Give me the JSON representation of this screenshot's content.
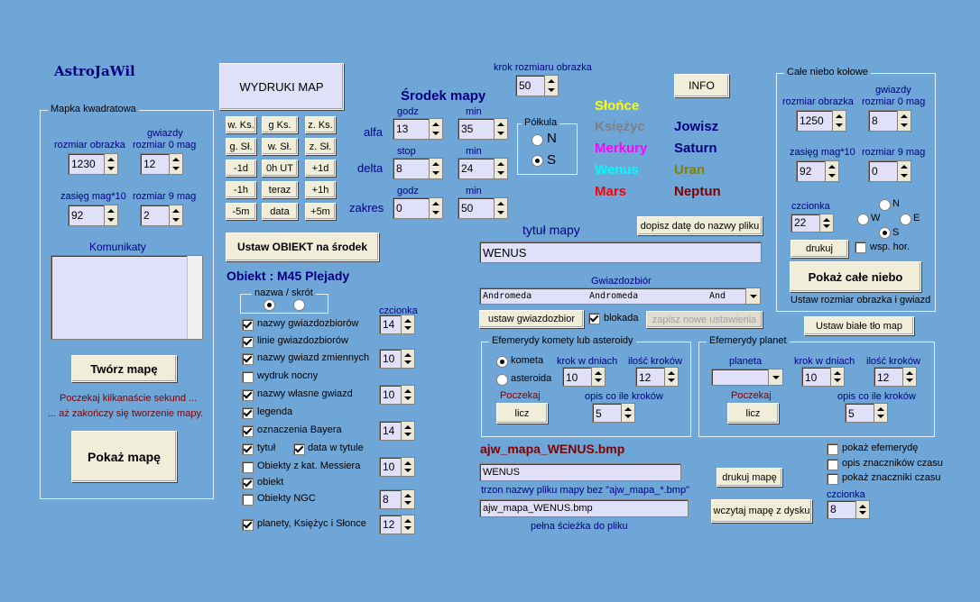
{
  "app_title": "AstroJaWil",
  "colors": {
    "background": "#6fa6d8",
    "navy": "#00007f",
    "dark_red": "#800000"
  },
  "square_map": {
    "group_title": "Mapka kwadratowa",
    "size_label": "rozmiar obrazka",
    "size_value": "1230",
    "stars0_label1": "gwiazdy",
    "stars0_label2": "rozmiar 0 mag",
    "stars0_value": "12",
    "range_label": "zasięg  mag*10",
    "range_value": "92",
    "stars9_label": "rozmiar 9 mag",
    "stars9_value": "2",
    "messages_label": "Komunikaty",
    "create_button": "Twórz mapę",
    "wait1": "Poczekaj kilkanaście sekund ...",
    "wait2": "... aż zakończy się tworzenie mapy.",
    "show_button": "Pokaż mapę"
  },
  "prints": {
    "wydruki_button": "WYDRUKI MAP",
    "grid": [
      "w. Ks.",
      "g Ks.",
      "z. Ks.",
      "g. Sł.",
      "w. Sł.",
      "z. Sł.",
      "-1d",
      "0h UT",
      "+1d",
      "-1h",
      "teraz",
      "+1h",
      "-5m",
      "data",
      "+5m"
    ],
    "center_object_button": "Ustaw OBIEKT na środek"
  },
  "center": {
    "title": "Środek mapy",
    "alfa_label": "alfa",
    "godz_label": "godz",
    "min_label": "min",
    "alfa_godz": "13",
    "alfa_min": "35",
    "delta_label": "delta",
    "stop_label": "stop",
    "delta_stop": "8",
    "delta_min": "24",
    "zakres_label": "zakres",
    "zakres_godz": "0",
    "zakres_min": "50",
    "step_label": "krok rozmiaru obrazka",
    "step_value": "50",
    "hemisphere_title": "Półkula",
    "hem_n": "N",
    "hem_s": "S"
  },
  "info_button": "INFO",
  "planets": [
    {
      "name": "Słońce",
      "color": "#ffff00"
    },
    {
      "name": "Jowisz",
      "color": "#00007f"
    },
    {
      "name": "Księżyc",
      "color": "#808080"
    },
    {
      "name": "Saturn",
      "color": "#00007f"
    },
    {
      "name": "Merkury",
      "color": "#ff00ff"
    },
    {
      "name": "Uran",
      "color": "#808000"
    },
    {
      "name": "Wenus",
      "color": "#00ffff"
    },
    {
      "name": "Neptun",
      "color": "#800000"
    },
    {
      "name": "Mars",
      "color": "#ff0000"
    }
  ],
  "object": {
    "title": "Obiekt : M45 Plejady",
    "name_group": "nazwa / skrót",
    "font_label": "czcionka",
    "options": [
      {
        "label": "nazwy gwiazdozbiorów",
        "checked": true,
        "font": "14"
      },
      {
        "label": "linie gwiazdozbiorów",
        "checked": true
      },
      {
        "label": "nazwy gwiazd zmiennych",
        "checked": true,
        "font": "10"
      },
      {
        "label": "wydruk nocny",
        "checked": false
      },
      {
        "label": "nazwy własne gwiazd",
        "checked": true,
        "font": "10"
      },
      {
        "label": "legenda",
        "checked": true
      },
      {
        "label": "oznaczenia Bayera",
        "checked": true,
        "font": "14"
      },
      {
        "label": "tytuł",
        "checked": true
      },
      {
        "label": "Obiekty z kat. Messiera",
        "checked": false,
        "font": "10"
      },
      {
        "label": "obiekt",
        "checked": true
      },
      {
        "label": "Obiekty NGC",
        "checked": false,
        "font": "8"
      },
      {
        "label": "planety, Księżyc i Słonce",
        "checked": true,
        "font": "12"
      }
    ],
    "date_in_title": "data w tytule"
  },
  "title_map": {
    "label": "tytuł mapy",
    "value": "WENUS",
    "add_date_button": "dopisz datę do nazwy pliku"
  },
  "constellation": {
    "label": "Gwiazdozbiór",
    "value1": "Andromeda",
    "value2": "Andromeda",
    "value3": "And",
    "set_button": "ustaw gwiazdozbior",
    "lock_label": "blokada",
    "save_button": "zapisz nowe ustawienia"
  },
  "comet": {
    "group_title": "Efemerydy komety lub asteroidy",
    "kometa": "kometa",
    "asteroida": "asteroida",
    "step_label": "krok w dniach",
    "step_value": "10",
    "count_label": "ilość kroków",
    "count_value": "12",
    "start_label": "Poczekaj",
    "calc_button": "licz",
    "desc_label": "opis co ile kroków",
    "desc_value": "5"
  },
  "planet_eph": {
    "group_title": "Efemerydy planet",
    "planet_label": "planeta",
    "planet_value": "",
    "step_label": "krok w dniach",
    "step_value": "10",
    "count_label": "ilość kroków",
    "count_value": "12",
    "start_label": "Poczekaj",
    "calc_button": "licz",
    "desc_label": "opis co ile kroków",
    "desc_value": "5"
  },
  "file": {
    "filename": "ajw_mapa_WENUS.bmp",
    "trunk_value": "WENUS",
    "trunk_label": "trzon nazwy pliku mapy bez \"ajw_mapa_*.bmp\"",
    "path_value": "ajw_mapa_WENUS.bmp",
    "path_label": "pełna ścieżka do pliku",
    "print_button": "drukuj mapę",
    "load_button": "wczytaj mapę z dysku"
  },
  "right_options": {
    "show_eph": "pokaż efemerydę",
    "time_desc": "opis znaczników czasu",
    "time_marks": "pokaż znaczniki czasu",
    "font_label": "czcionka",
    "font_value": "8"
  },
  "whole_sky": {
    "group_title": "Całe niebo kołowe",
    "size_label": "rozmiar obrazka",
    "size_value": "1250",
    "stars0_label1": "gwiazdy",
    "stars0_label2": "rozmiar 0 mag",
    "stars0_value": "8",
    "range_label": "zasięg  mag*10",
    "range_value": "92",
    "stars9_label": "rozmiar 9 mag",
    "stars9_value": "0",
    "font_label": "czcionka",
    "font_value": "22",
    "dir_n": "N",
    "dir_w": "W",
    "dir_e": "E",
    "dir_s": "S",
    "print_button": "drukuj",
    "coord_label": "wsp. hor.",
    "show_button": "Pokaż całe niebo",
    "hint": "Ustaw rozmiar obrazka i gwiazd",
    "white_bg_button": "Ustaw białe tło map"
  }
}
